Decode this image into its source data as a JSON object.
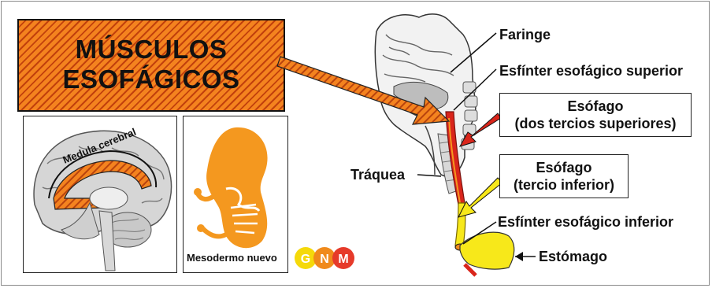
{
  "title": "MÚSCULOS ESOFÁGICOS",
  "brain_label": "Medula cerebral",
  "embryo_caption": "Mesodermo nuevo",
  "labels": {
    "faringe": "Faringe",
    "esfinter_superior": "Esfínter esofágico superior",
    "esofago_sup_line1": "Esófago",
    "esofago_sup_line2": "(dos tercios superiores)",
    "traquea": "Tráquea",
    "esofago_inf_line1": "Esófago",
    "esofago_inf_line2": "(tercio inferior)",
    "esfinter_inferior": "Esfínter esofágico inferior",
    "estomago": "Estómago"
  },
  "logo": {
    "letters": [
      "G",
      "N",
      "M"
    ],
    "colors": [
      "#f5d90a",
      "#f08a1c",
      "#e63a2a"
    ]
  },
  "colors": {
    "orange": "#f4831f",
    "red": "#d9251b",
    "yellow": "#f7e81a"
  }
}
